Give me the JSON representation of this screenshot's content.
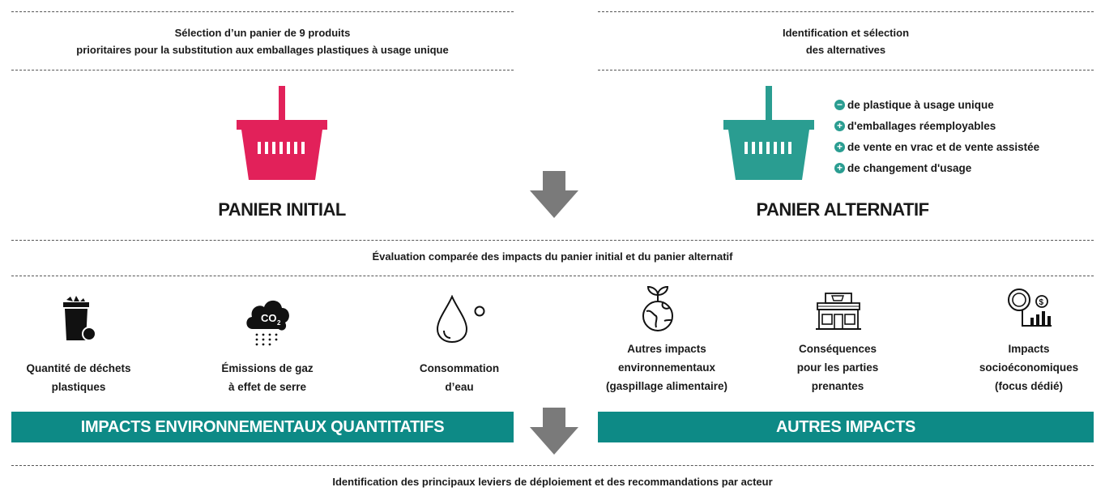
{
  "colors": {
    "initial_basket": "#e2215a",
    "alternative_basket": "#2a9d91",
    "band": "#0d8a86",
    "arrow": "#7a7a7a"
  },
  "step1_left": {
    "line1": "Sélection d’un panier de 9 produits",
    "line2": "prioritaires pour la substitution aux emballages plastiques à usage unique"
  },
  "step1_right": {
    "line1": "Identification et sélection",
    "line2": "des alternatives"
  },
  "baskets": {
    "initial_label": "PANIER INITIAL",
    "alternative_label": "PANIER ALTERNATIF",
    "initial_icon": "basket-icon",
    "alternative_icon": "basket-icon"
  },
  "alternatives": [
    {
      "sign": "−",
      "text": "de plastique à usage unique"
    },
    {
      "sign": "+",
      "text": "d'emballages réemployables"
    },
    {
      "sign": "+",
      "text": "de vente en vrac et de vente assistée"
    },
    {
      "sign": "+",
      "text": "de changement d'usage"
    }
  ],
  "evaluation": "Évaluation comparée des impacts du panier initial et du panier alternatif",
  "impacts": [
    {
      "icon": "trash-bin-icon",
      "lines": [
        "Quantité de déchets",
        "plastiques"
      ]
    },
    {
      "icon": "co2-cloud-icon",
      "co2_text": "CO",
      "co2_sub": "2",
      "lines": [
        "Émissions de gaz",
        "à effet de serre"
      ]
    },
    {
      "icon": "water-drop-icon",
      "lines": [
        "Consommation",
        "d’eau"
      ]
    },
    {
      "icon": "earth-sprout-icon",
      "lines": [
        "Autres impacts",
        "environnementaux",
        "(gaspillage alimentaire)"
      ]
    },
    {
      "icon": "shop-icon",
      "lines": [
        "Conséquences",
        "pour les parties",
        "prenantes"
      ]
    },
    {
      "icon": "socioeconomic-icon",
      "lines": [
        "Impacts",
        "socioéconomiques",
        "(focus dédié)"
      ]
    }
  ],
  "bands": {
    "left": "IMPACTS ENVIRONNEMENTAUX QUANTITATIFS",
    "right": "AUTRES IMPACTS"
  },
  "final": "Identification des principaux leviers de déploiement et des recommandations par acteur"
}
